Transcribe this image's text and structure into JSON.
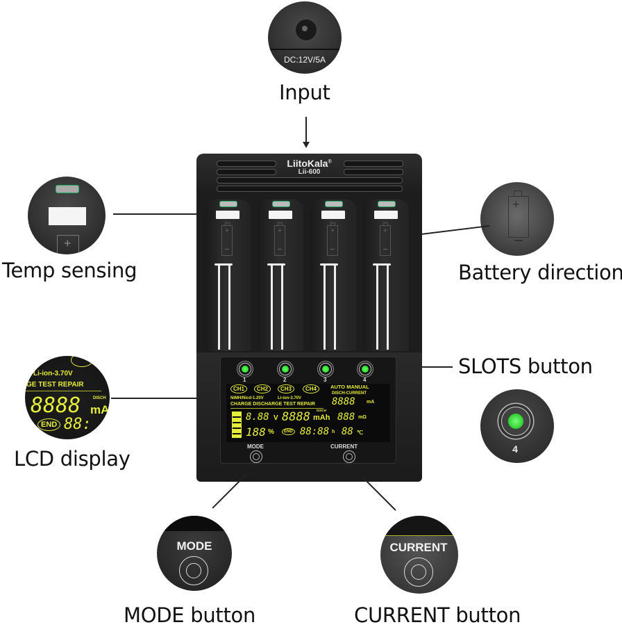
{
  "title": "LiitoKala Lii-600 charger features",
  "charger": {
    "brand": "LiitoKala",
    "brand_mark": "®",
    "model": "Lii-600",
    "slots": [
      "1",
      "2",
      "3",
      "4"
    ],
    "lcd": {
      "channels": [
        "CH1",
        "CH2",
        "CH3",
        "CH4"
      ],
      "chem_nimh": "NiMH/Nicd-1.20V",
      "chem_liion": "Li-ion-3.70V",
      "modes": "CHARGE DISCHARGE TEST REPAIR",
      "auto_manual": "AUTO MANUAL",
      "disch_current": "DISCH-CURRENT",
      "current_value": "8888",
      "current_unit": "mA",
      "voltage_value": "8.88",
      "voltage_unit": "V",
      "capacity_value": "8888",
      "capacity_unit": "mAh",
      "capacity_tag": "DISCH",
      "resistance_value": "888",
      "resistance_unit": "mΩ",
      "percent_value": "188",
      "percent_unit": "%",
      "end_badge": "END",
      "time_value": "88:88",
      "time_unit": "h",
      "temp_value": "88",
      "temp_unit": "℃"
    },
    "mode_button": "MODE",
    "current_button": "CURRENT"
  },
  "callouts": {
    "input": {
      "label": "Input",
      "detail": "DC:12V/5A"
    },
    "temp_sensing": {
      "label": "Temp sensing"
    },
    "battery_direction": {
      "label": "Battery direction"
    },
    "slots_button": {
      "label": "SLOTS button",
      "detail": "4"
    },
    "lcd_display": {
      "label": "LCD display",
      "zoom_chem": "Li-ion-3.70V",
      "zoom_modes": "GE TEST REPAIR",
      "zoom_capacity": "8888",
      "zoom_unit": "mA",
      "zoom_tag": "DISCH",
      "zoom_end": "END",
      "zoom_time": "88:"
    },
    "mode_button": {
      "label": "MODE button",
      "detail": "MODE"
    },
    "current_button": {
      "label": "CURRENT button",
      "detail": "CURRENT"
    }
  }
}
